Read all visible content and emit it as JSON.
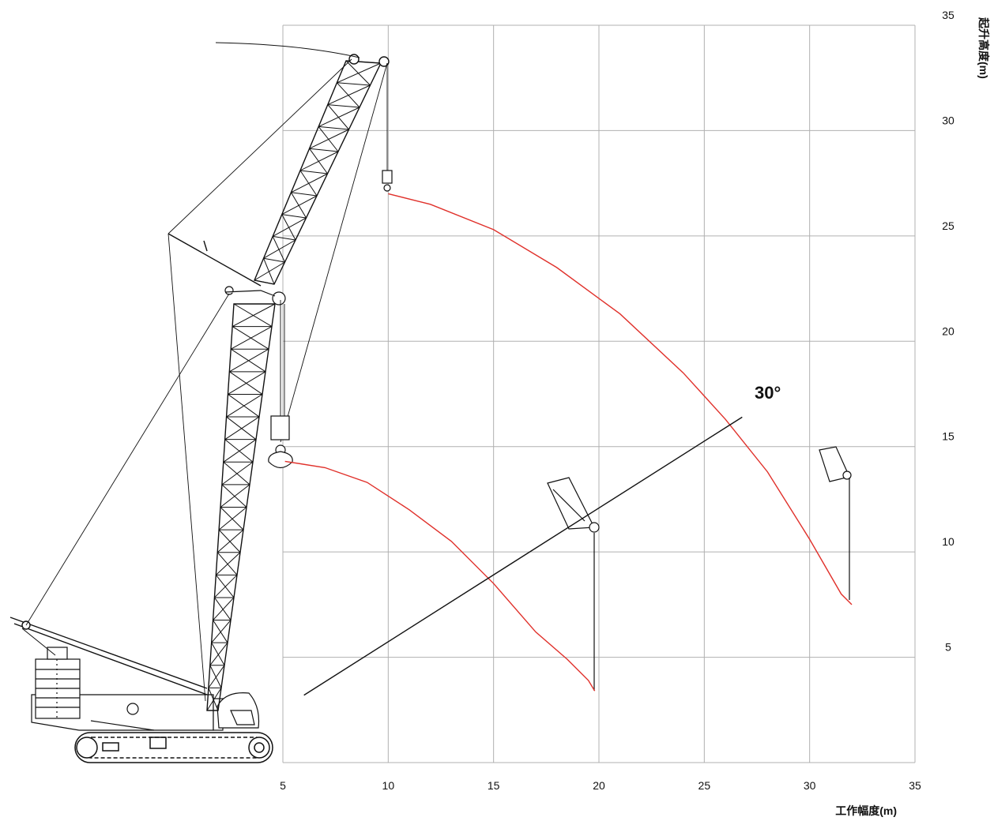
{
  "diagram": {
    "x_axis": {
      "label": "工作幅度(m)",
      "ticks": [
        5,
        10,
        15,
        20,
        25,
        30,
        35
      ],
      "range": [
        5,
        35
      ]
    },
    "y_axis": {
      "label": "起升高度(m)",
      "ticks": [
        5,
        10,
        15,
        20,
        25,
        30,
        35
      ],
      "range": [
        0,
        35
      ]
    },
    "angle_label": "30°",
    "grid": true,
    "colors": {
      "grid": "#b0b0b0",
      "curve": "#e0302a",
      "line": "#111111"
    }
  },
  "chart_data": {
    "type": "line",
    "x_label": "工作幅度(m)",
    "y_label": "起升高度(m)",
    "xlim": [
      5,
      35
    ],
    "ylim": [
      0,
      35
    ],
    "grid": true,
    "series": [
      {
        "x": [
          5.1,
          7,
          9,
          11,
          13,
          15,
          17,
          18.5,
          19.5,
          19.8
        ],
        "y": [
          14.3,
          14.0,
          13.3,
          12.0,
          10.5,
          8.5,
          6.2,
          4.9,
          3.9,
          3.4
        ]
      },
      {
        "x": [
          10,
          12,
          15,
          18,
          21,
          24,
          26,
          28,
          30,
          31.5,
          32
        ],
        "y": [
          27.0,
          26.5,
          25.3,
          23.5,
          21.3,
          18.5,
          16.3,
          13.8,
          10.6,
          8.0,
          7.5
        ]
      },
      {
        "x": [
          6.0,
          26.8
        ],
        "y": [
          3.2,
          16.4
        ]
      }
    ],
    "annotations": [
      "30°"
    ]
  }
}
